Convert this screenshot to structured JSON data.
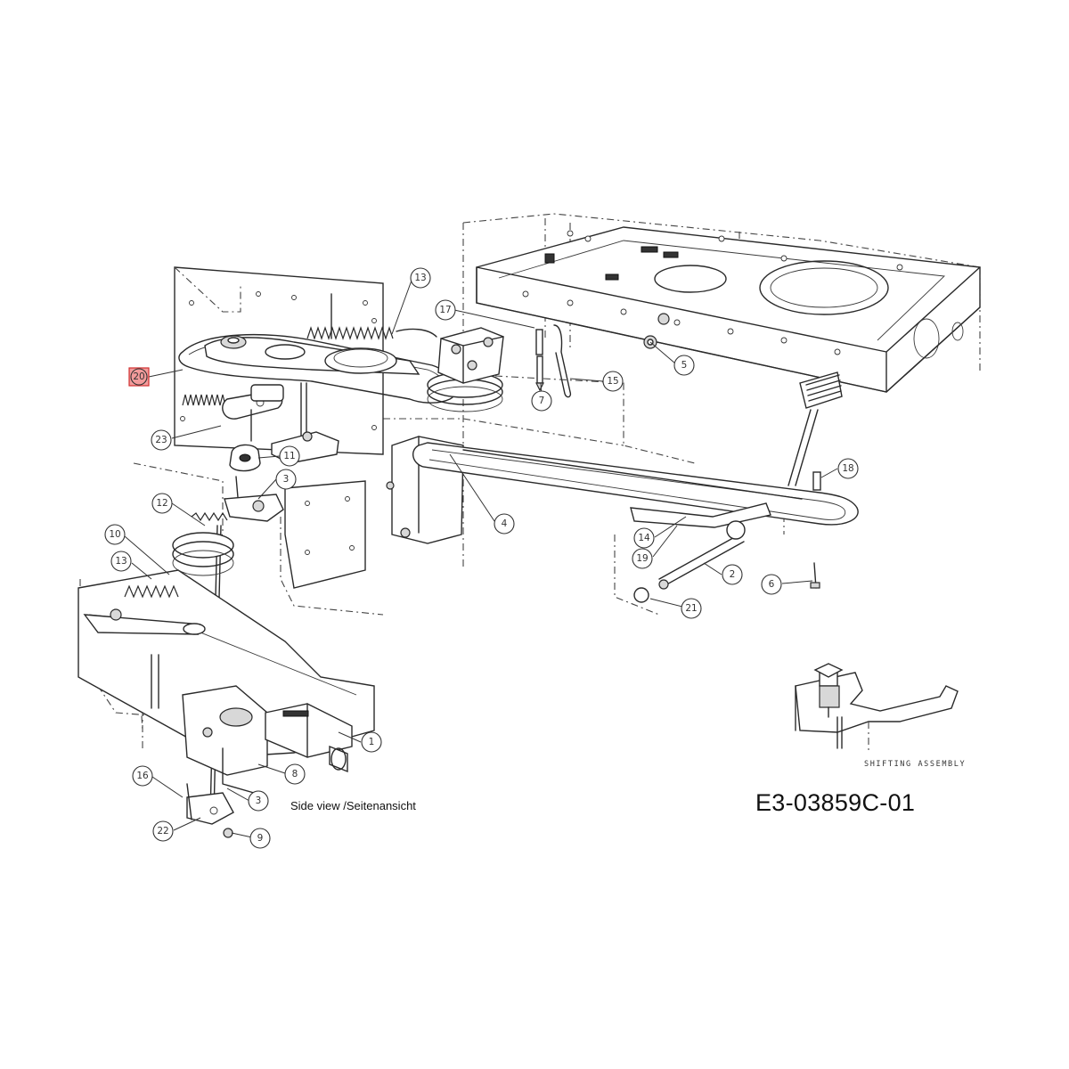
{
  "diagram": {
    "caption": "Side view /Seitenansicht",
    "drawing_number": "E3-03859C-01",
    "detail_title": "SHIFTING ASSEMBLY",
    "highlight_color": "#f08a8a",
    "callouts": [
      "13",
      "17",
      "5",
      "7",
      "15",
      "20",
      "23",
      "11",
      "3",
      "12",
      "4",
      "18",
      "10",
      "13",
      "14",
      "19",
      "2",
      "6",
      "21",
      "1",
      "8",
      "16",
      "3",
      "22",
      "9"
    ]
  }
}
